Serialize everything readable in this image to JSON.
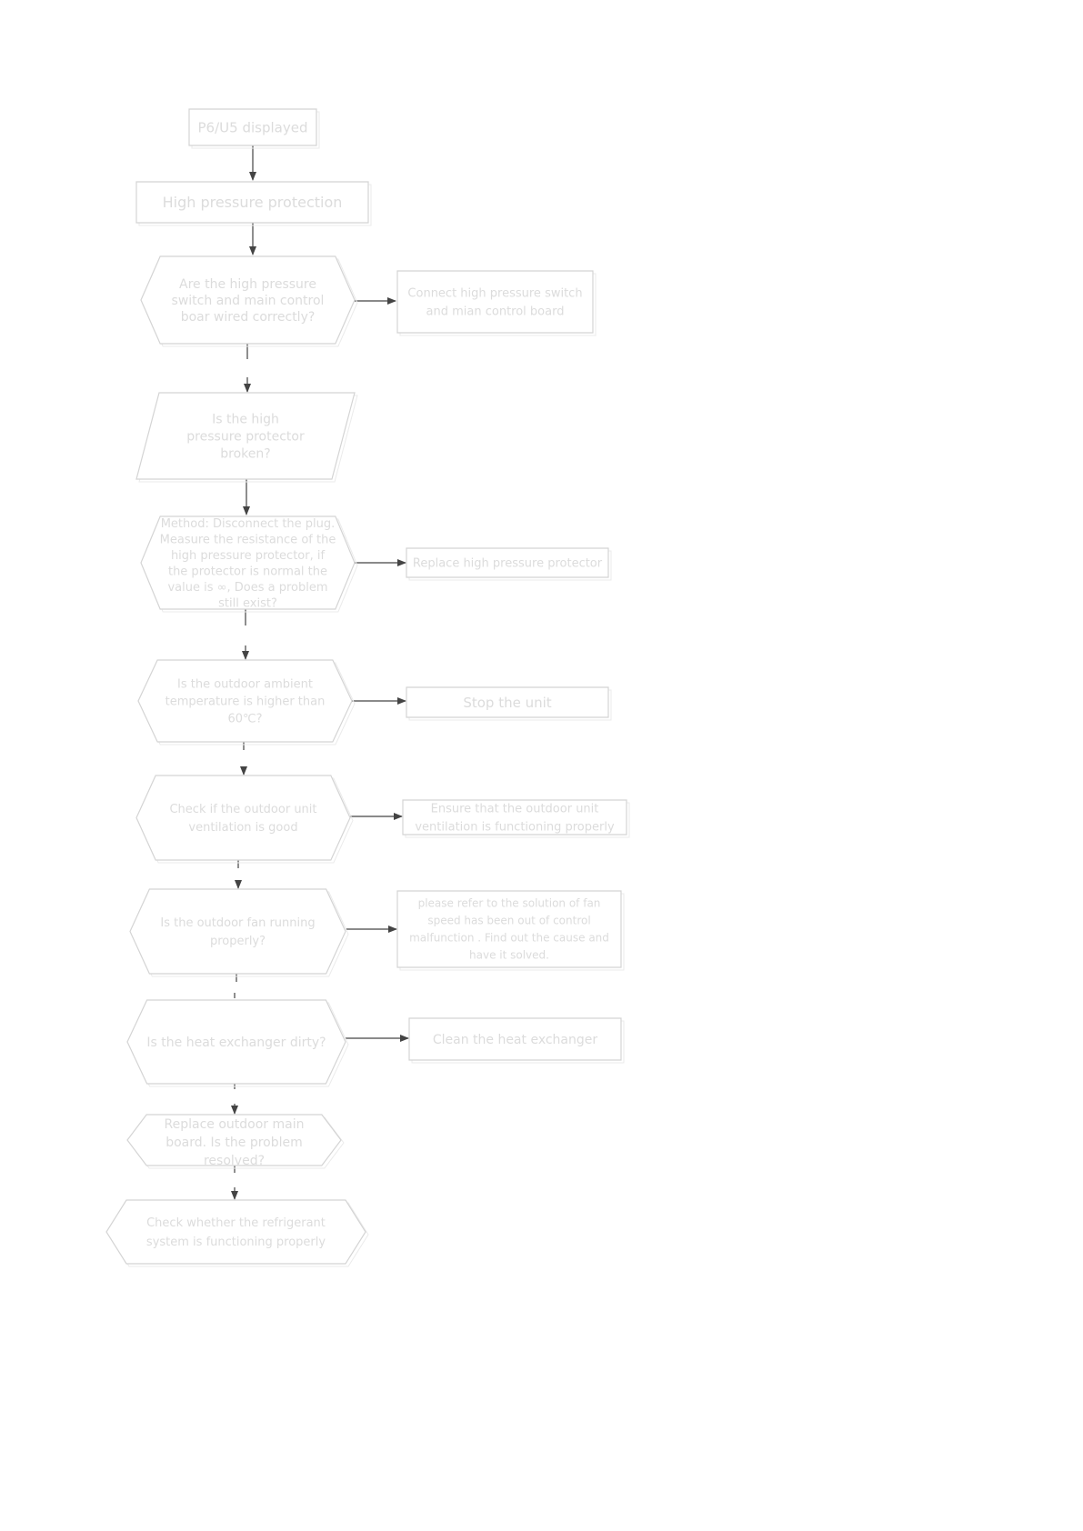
{
  "diagram": {
    "colors": {
      "outline": "#d4d4d4",
      "outline_shadow": "#ebebeb",
      "text": "#dcdcdc",
      "arrow": "#444444"
    },
    "nodes": [
      {
        "id": "n1",
        "lines": [
          "P6/U5 displayed"
        ]
      },
      {
        "id": "n2",
        "lines": [
          "High pressure protection"
        ]
      },
      {
        "id": "n3",
        "lines": [
          "Are the high pressure",
          "switch and main control",
          "boar wired correctly?"
        ]
      },
      {
        "id": "n3r",
        "lines": [
          "Connect high pressure switch",
          "and mian control board"
        ]
      },
      {
        "id": "n4",
        "lines": [
          "Is  the high",
          "pressure protector",
          "broken?"
        ]
      },
      {
        "id": "n5",
        "lines": [
          "Method: Disconnect the plug.",
          "Measure the resistance of the",
          "high pressure protector, if",
          "the protector is normal the",
          "value is ∞, Does a problem",
          "still exist?"
        ]
      },
      {
        "id": "n5r",
        "lines": [
          "Replace high pressure protector"
        ]
      },
      {
        "id": "n6",
        "lines": [
          "Is the outdoor ambient",
          "temperature is higher than",
          "60℃?"
        ]
      },
      {
        "id": "n6r",
        "lines": [
          "Stop the unit"
        ]
      },
      {
        "id": "n7",
        "lines": [
          "Check if the outdoor unit",
          "ventilation is good"
        ]
      },
      {
        "id": "n7r",
        "lines": [
          "Ensure that  the outdoor unit",
          "ventilation is functioning properly"
        ]
      },
      {
        "id": "n8",
        "lines": [
          "Is the outdoor fan running",
          "properly?"
        ]
      },
      {
        "id": "n8r",
        "lines": [
          "please refer to the solution of fan",
          "speed has been out of control",
          "malfunction . Find out the cause and",
          "have it solved."
        ]
      },
      {
        "id": "n9",
        "lines": [
          "Is the heat exchanger dirty?"
        ]
      },
      {
        "id": "n9r",
        "lines": [
          "Clean the heat exchanger"
        ]
      },
      {
        "id": "n10",
        "lines": [
          "Replace outdoor main",
          "board. Is the problem",
          "resolved?"
        ]
      },
      {
        "id": "n11",
        "lines": [
          "Check whether the refrigerant",
          "system is functioning properly"
        ]
      }
    ]
  }
}
